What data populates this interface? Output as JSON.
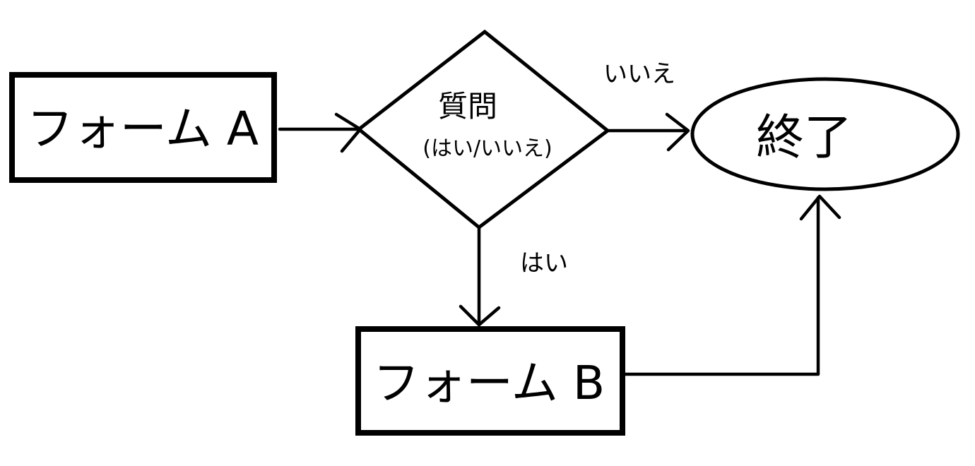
{
  "nodes": {
    "form_a": {
      "label": "フォーム A"
    },
    "question": {
      "title": "質問",
      "subtitle": "(はい/いいえ)"
    },
    "end": {
      "label": "終了"
    },
    "form_b": {
      "label": "フォーム B"
    }
  },
  "edges": {
    "no_label": "いいえ",
    "yes_label": "はい"
  },
  "colors": {
    "stroke": "#000000",
    "background": "#ffffff"
  }
}
